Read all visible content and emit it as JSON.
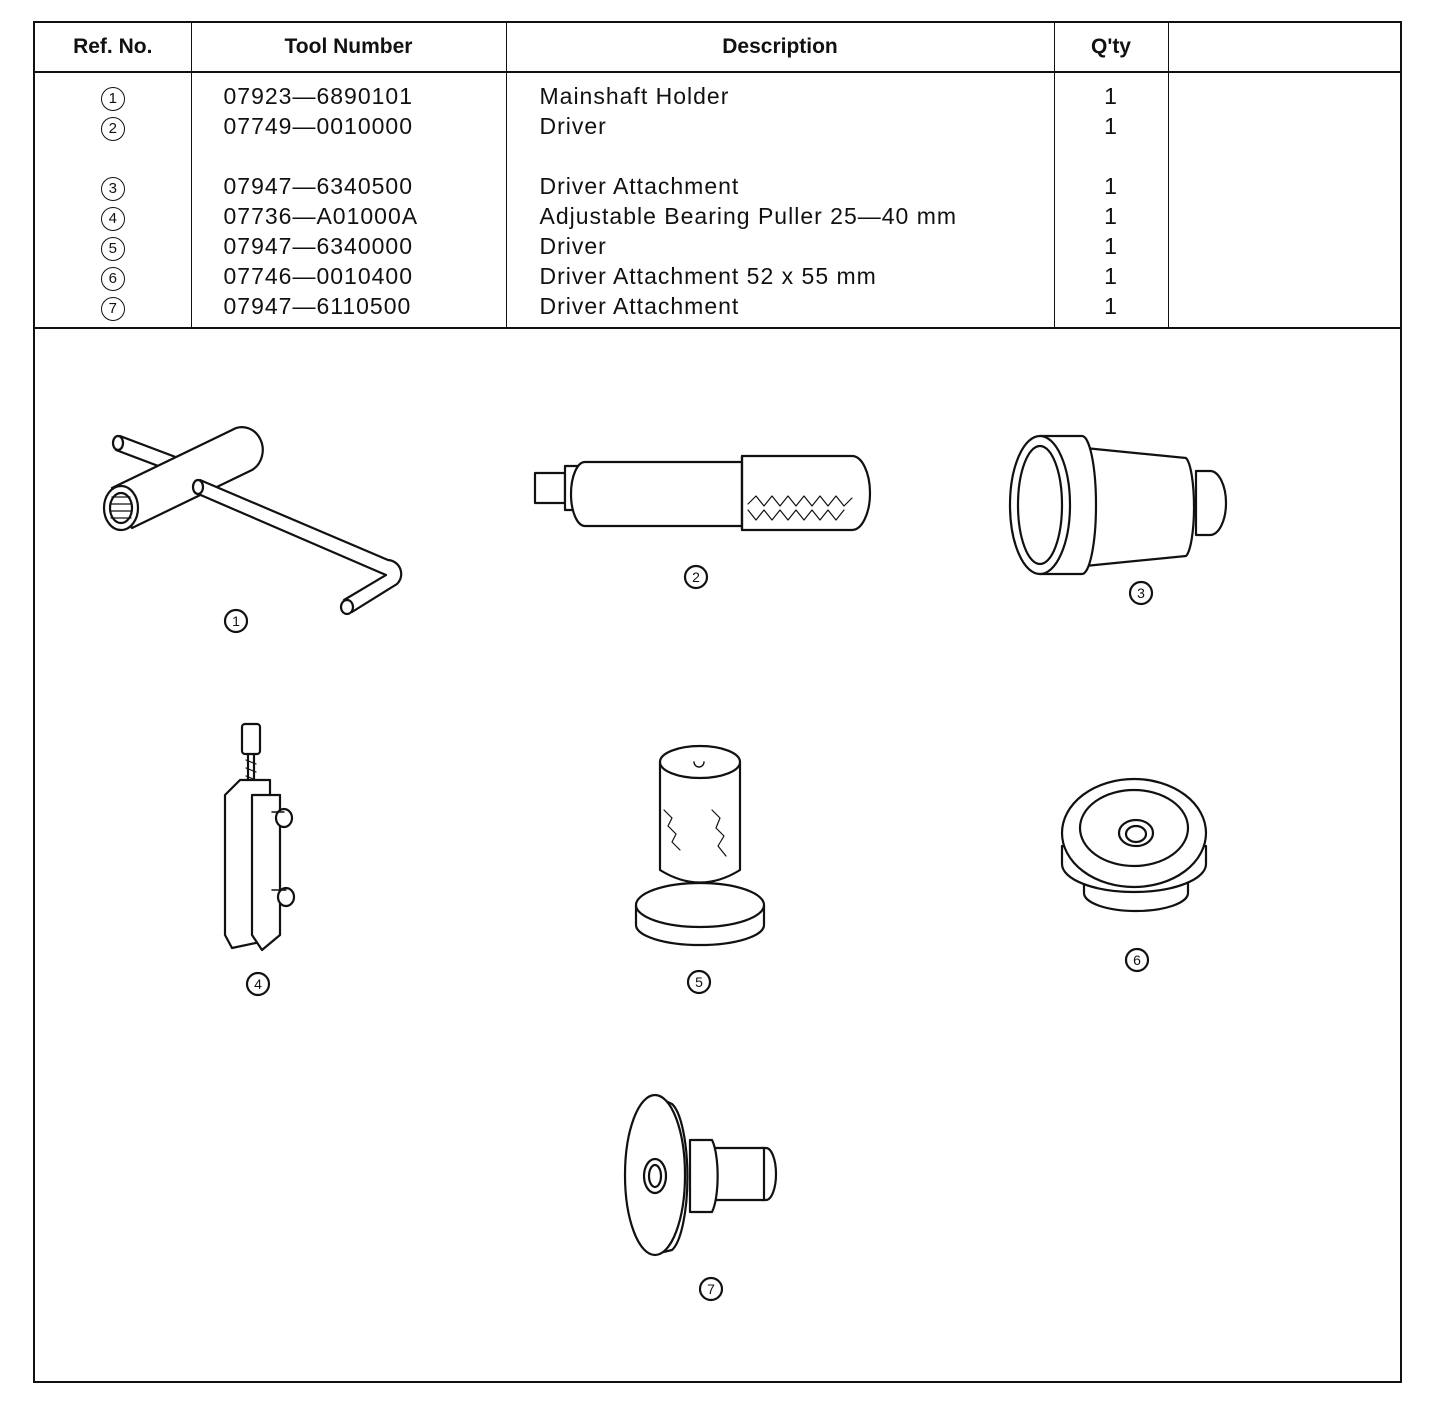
{
  "table": {
    "headers": {
      "ref": "Ref. No.",
      "tool": "Tool Number",
      "desc": "Description",
      "qty": "Q'ty",
      "blank": ""
    },
    "rows": [
      {
        "ref": "1",
        "tool": "07923—6890101",
        "desc": "Mainshaft Holder",
        "qty": "1"
      },
      {
        "ref": "2",
        "tool": "07749—0010000",
        "desc": "Driver",
        "qty": "1"
      },
      {
        "ref": "3",
        "tool": "07947—6340500",
        "desc": "Driver Attachment",
        "qty": "1"
      },
      {
        "ref": "4",
        "tool": "07736—A01000A",
        "desc": "Adjustable Bearing Puller 25—40 mm",
        "qty": "1"
      },
      {
        "ref": "5",
        "tool": "07947—6340000",
        "desc": "Driver",
        "qty": "1"
      },
      {
        "ref": "6",
        "tool": "07746—0010400",
        "desc": "Driver Attachment 52 x 55 mm",
        "qty": "1"
      },
      {
        "ref": "7",
        "tool": "07947—6110500",
        "desc": "Driver Attachment",
        "qty": "1"
      }
    ]
  },
  "figures": {
    "f1": {
      "icon": "mainshaft-holder-icon",
      "label": "1"
    },
    "f2": {
      "icon": "driver-handle-icon",
      "label": "2"
    },
    "f3": {
      "icon": "driver-attachment-cup-icon",
      "label": "3"
    },
    "f4": {
      "icon": "bearing-puller-icon",
      "label": "4"
    },
    "f5": {
      "icon": "driver-knurled-icon",
      "label": "5"
    },
    "f6": {
      "icon": "driver-attachment-disc-icon",
      "label": "6"
    },
    "f7": {
      "icon": "driver-attachment-pilot-icon",
      "label": "7"
    }
  }
}
